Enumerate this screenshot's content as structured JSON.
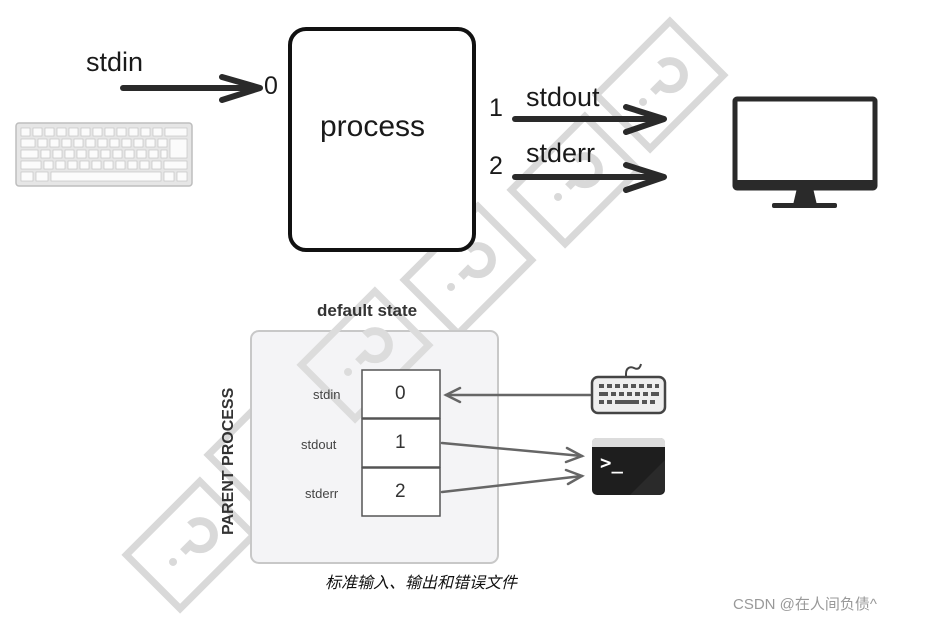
{
  "top_diagram": {
    "input_label": "stdin",
    "input_fd": "0",
    "process_label": "process",
    "outputs": [
      {
        "fd": "1",
        "label": "stdout"
      },
      {
        "fd": "2",
        "label": "stderr"
      }
    ],
    "input_device": "keyboard",
    "output_device": "monitor"
  },
  "bottom_diagram": {
    "title": "default state",
    "container_label": "PARENT PROCESS",
    "rows": [
      {
        "stream": "stdin",
        "fd": "0"
      },
      {
        "stream": "stdout",
        "fd": "1"
      },
      {
        "stream": "stderr",
        "fd": "2"
      }
    ],
    "input_device": "keyboard",
    "output_device": "terminal",
    "terminal_prompt": ">_"
  },
  "caption": "标准输入、输出和错误文件",
  "credit": "CSDN @在人间负债^",
  "colors": {
    "stroke_dark": "#222222",
    "container_bg": "#f4f4f6",
    "container_border": "#c8c8c8",
    "watermark": "#d9d9d9"
  }
}
